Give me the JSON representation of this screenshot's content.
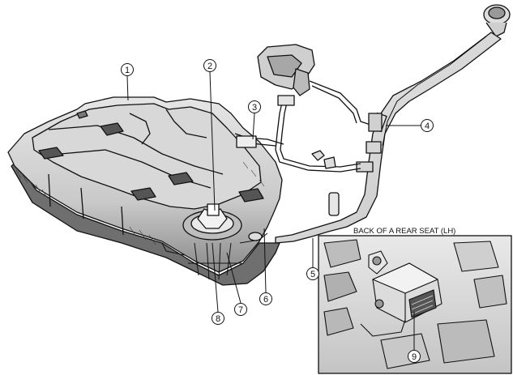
{
  "diagram": {
    "callouts": [
      {
        "id": "c1",
        "label": "1"
      },
      {
        "id": "c2",
        "label": "2"
      },
      {
        "id": "c3",
        "label": "3"
      },
      {
        "id": "c4",
        "label": "4"
      },
      {
        "id": "c5",
        "label": "5"
      },
      {
        "id": "c6",
        "label": "6"
      },
      {
        "id": "c7",
        "label": "7"
      },
      {
        "id": "c8",
        "label": "8"
      },
      {
        "id": "c9",
        "label": "9"
      }
    ],
    "inset": {
      "title": "BACK OF A REAR SEAT (LH)"
    }
  }
}
